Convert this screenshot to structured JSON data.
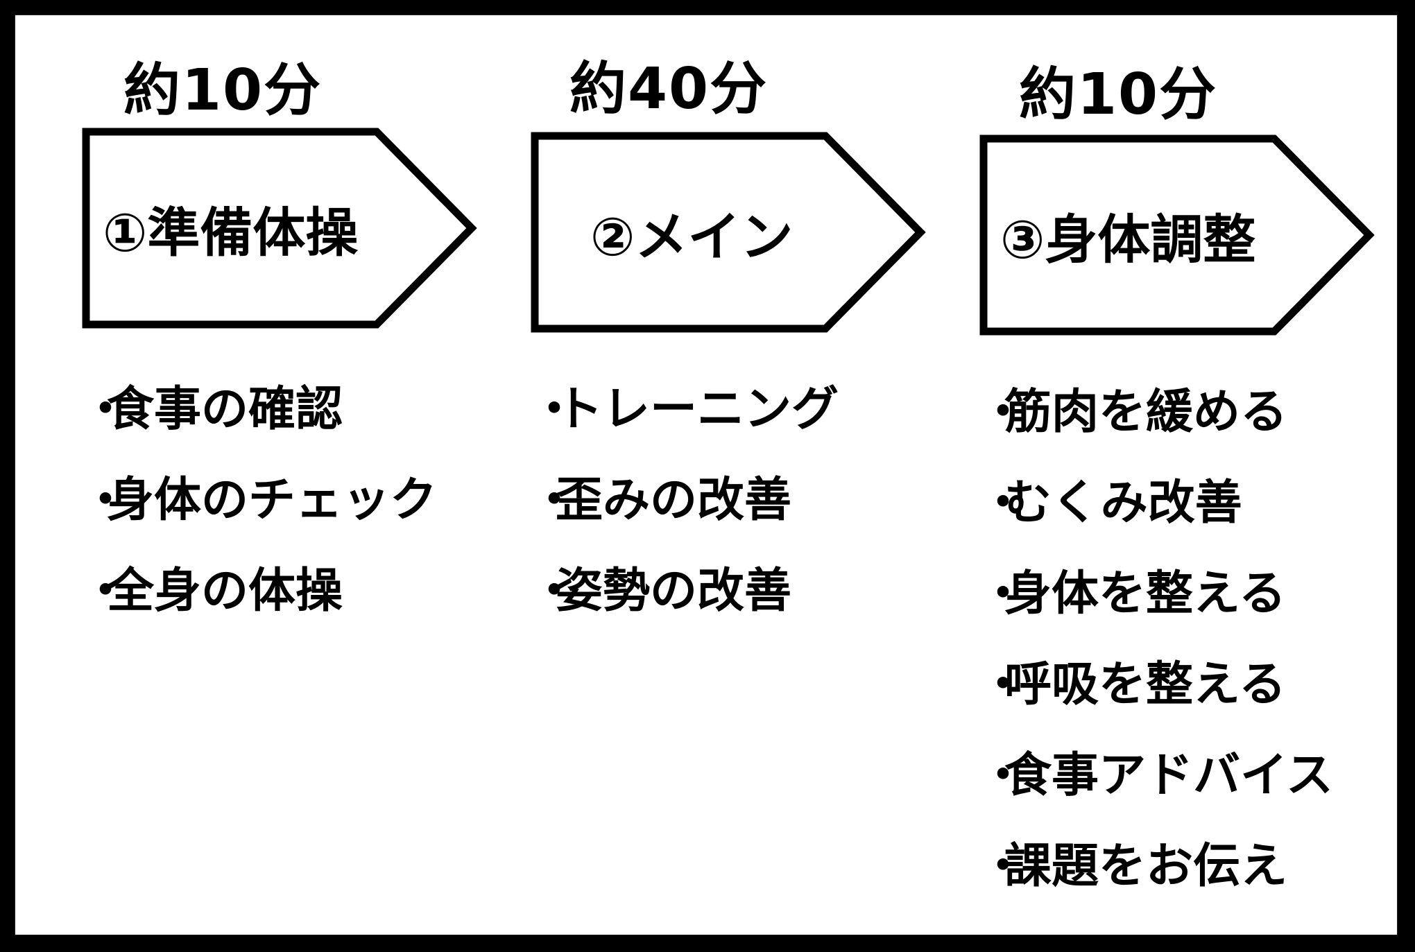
{
  "phases": [
    {
      "duration": "約10分",
      "title": "①準備体操",
      "items": [
        "食事の確認",
        "身体のチェック",
        "全身の体操"
      ]
    },
    {
      "duration": "約40分",
      "title": "②メイン",
      "items": [
        "トレーニング",
        "歪みの改善",
        "姿勢の改善"
      ]
    },
    {
      "duration": "約10分",
      "title": "③身体調整",
      "items": [
        "筋肉を緩める",
        "むくみ改善",
        "身体を整える",
        "呼吸を整える",
        "食事アドバイス",
        "課題をお伝え"
      ]
    }
  ],
  "bullet": "・",
  "colors": {
    "background": "#ffffff",
    "border": "#000000",
    "text": "#000000"
  }
}
